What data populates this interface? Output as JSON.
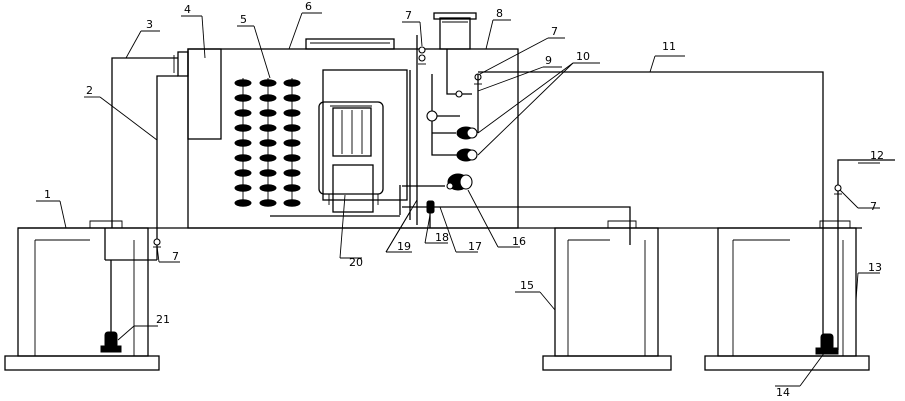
{
  "labels": [
    {
      "id": "1",
      "text": "1"
    },
    {
      "id": "2",
      "text": "2"
    },
    {
      "id": "3",
      "text": "3"
    },
    {
      "id": "4",
      "text": "4"
    },
    {
      "id": "5",
      "text": "5"
    },
    {
      "id": "6",
      "text": "6"
    },
    {
      "id": "7a",
      "text": "7"
    },
    {
      "id": "8",
      "text": "8"
    },
    {
      "id": "7b",
      "text": "7"
    },
    {
      "id": "9",
      "text": "9"
    },
    {
      "id": "10",
      "text": "10"
    },
    {
      "id": "11",
      "text": "11"
    },
    {
      "id": "12",
      "text": "12"
    },
    {
      "id": "7c",
      "text": "7"
    },
    {
      "id": "13",
      "text": "13"
    },
    {
      "id": "14",
      "text": "14"
    },
    {
      "id": "15",
      "text": "15"
    },
    {
      "id": "16",
      "text": "16"
    },
    {
      "id": "17",
      "text": "17"
    },
    {
      "id": "18",
      "text": "18"
    },
    {
      "id": "19",
      "text": "19"
    },
    {
      "id": "20",
      "text": "20"
    },
    {
      "id": "21",
      "text": "21"
    },
    {
      "id": "7d",
      "text": "7"
    }
  ]
}
